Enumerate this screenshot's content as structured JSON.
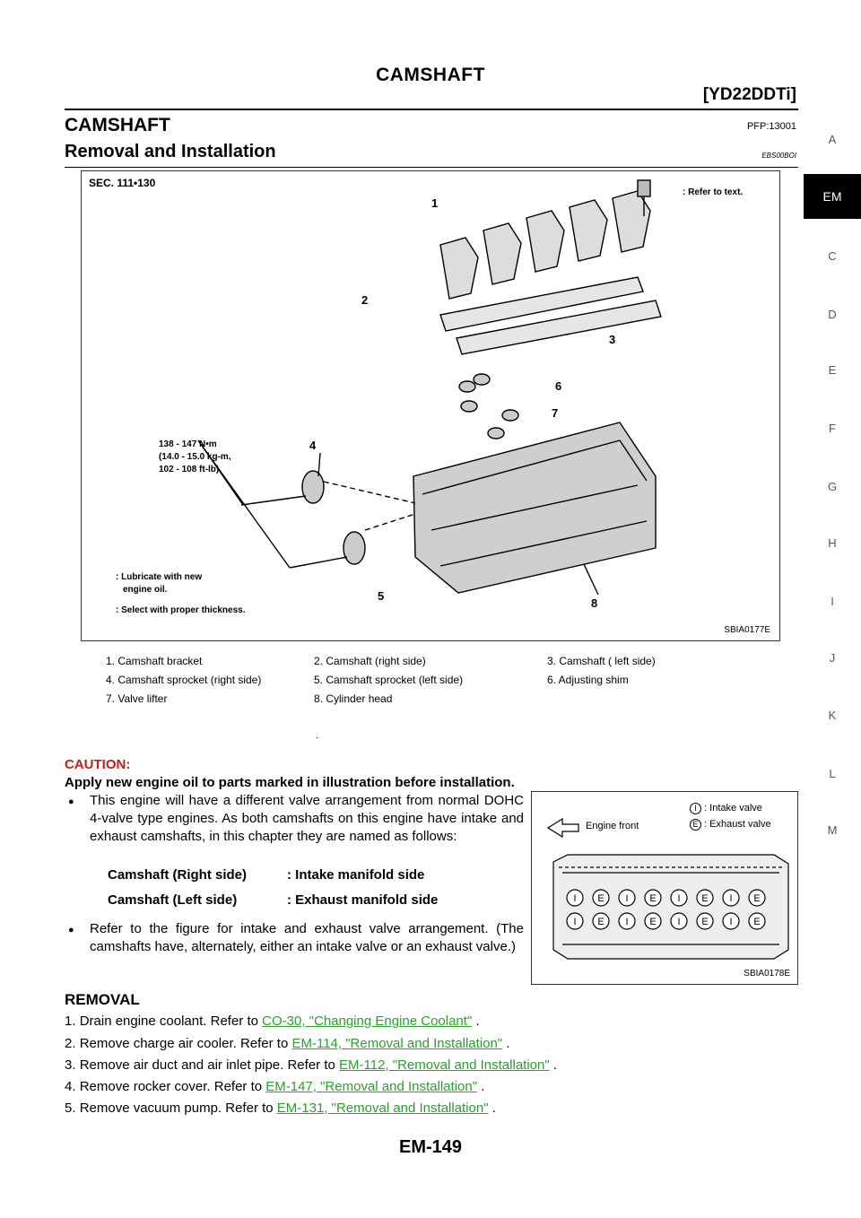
{
  "header": {
    "title": "CAMSHAFT",
    "engine_code": "[YD22DDTi]"
  },
  "section": {
    "title": "CAMSHAFT",
    "pfp": "PFP:13001"
  },
  "subsection": {
    "title": "Removal and Installation",
    "code": "EBS00BOI"
  },
  "side_nav": {
    "letters": [
      "A",
      "EM",
      "C",
      "D",
      "E",
      "F",
      "G",
      "H",
      "I",
      "J",
      "K",
      "L",
      "M"
    ],
    "active": "EM"
  },
  "figure1": {
    "sec": "SEC. 111•130",
    "refer": ": Refer to text.",
    "torque_lines": [
      "138 - 147 N•m",
      "(14.0 - 15.0 kg-m,",
      "102 - 108 ft-lb)"
    ],
    "lube_lines": [
      ": Lubricate with new",
      "engine oil."
    ],
    "select": ": Select with proper thickness.",
    "callouts": [
      "1",
      "2",
      "3",
      "4",
      "5",
      "6",
      "7",
      "8"
    ],
    "id": "SBIA0177E"
  },
  "legend": [
    [
      "1.  Camshaft bracket",
      "2.  Camshaft (right side)",
      "3.  Camshaft ( left side)"
    ],
    [
      "4.  Camshaft sprocket (right side)",
      "5.  Camshaft sprocket (left side)",
      "6.  Adjusting shim"
    ],
    [
      "7.  Valve lifter",
      "8.  Cylinder head",
      ""
    ]
  ],
  "dot": ".",
  "caution": {
    "label": "CAUTION:",
    "text": "Apply new engine oil to parts marked in illustration before installation."
  },
  "bullets": [
    "This engine will have a different valve arrangement from normal DOHC 4-valve type engines. As both camshafts on this engine have intake and exhaust camshafts, in this chapter they are named as follows:",
    "Refer to the figure for intake and exhaust valve arrangement. (The camshafts have, alternately, either an intake valve or an exhaust valve.)"
  ],
  "name_table": [
    [
      "Camshaft (Right side)",
      ": Intake manifold side"
    ],
    [
      "Camshaft (Left side)",
      ": Exhaust manifold side"
    ]
  ],
  "figure2": {
    "engine_front": "Engine front",
    "intake": ": Intake valve",
    "exhaust": ": Exhaust valve",
    "i": "I",
    "e": "E",
    "id": "SBIA0178E"
  },
  "removal": {
    "title": "REMOVAL",
    "steps": [
      {
        "num": "1.",
        "text": "Drain engine coolant. Refer to ",
        "link": "CO-30, \"Changing Engine Coolant\"",
        "end": " ."
      },
      {
        "num": "2.",
        "text": "Remove charge air cooler. Refer to ",
        "link": "EM-114, \"Removal and Installation\"",
        "end": " ."
      },
      {
        "num": "3.",
        "text": "Remove air duct and air inlet pipe. Refer to ",
        "link": "EM-112, \"Removal and Installation\"",
        "end": " ."
      },
      {
        "num": "4.",
        "text": "Remove rocker cover. Refer to ",
        "link": "EM-147, \"Removal and Installation\"",
        "end": " ."
      },
      {
        "num": "5.",
        "text": "Remove vacuum pump. Refer to ",
        "link": "EM-131, \"Removal and Installation\"",
        "end": " ."
      }
    ]
  },
  "footer": {
    "page": "EM-149"
  }
}
